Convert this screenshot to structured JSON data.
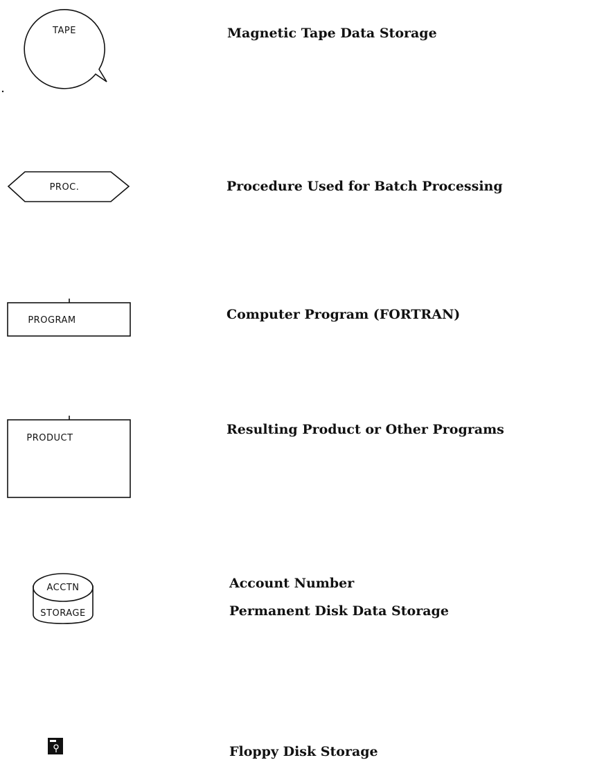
{
  "legend": {
    "rows": [
      {
        "symbol": "magnetic-tape",
        "symbol_label": "TAPE",
        "description": "Magnetic Tape Data Storage"
      },
      {
        "symbol": "hexagon-procedure",
        "symbol_label": "PROC.",
        "description": "Procedure Used for Batch Processing"
      },
      {
        "symbol": "rectangle-program",
        "symbol_label": "PROGRAM",
        "description": "Computer Program (FORTRAN)"
      },
      {
        "symbol": "rectangle-product",
        "symbol_label": "PRODUCT",
        "description": "Resulting Product or Other Programs"
      },
      {
        "symbol": "disk-cylinder",
        "symbol_label_top": "ACCTN",
        "symbol_label_bottom": "STORAGE",
        "description_top": "Account Number",
        "description_bottom": "Permanent Disk Data Storage"
      },
      {
        "symbol": "floppy-disk-icon",
        "description": "Floppy Disk Storage"
      }
    ]
  }
}
